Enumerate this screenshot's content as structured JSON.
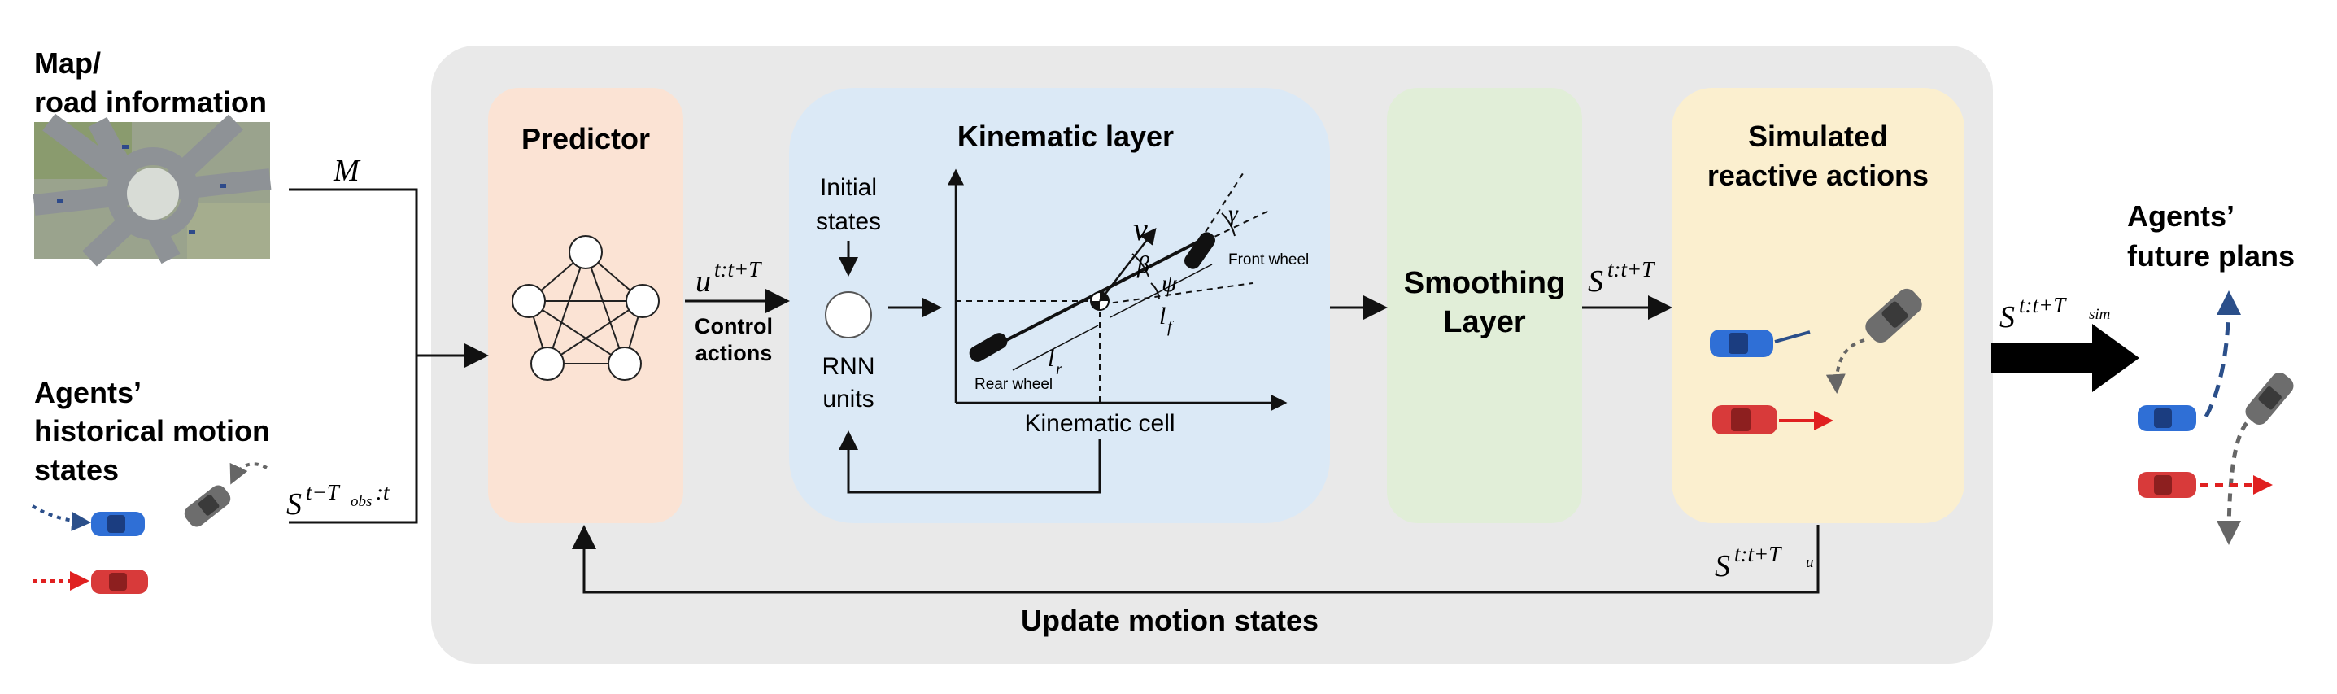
{
  "left": {
    "map_title_1": "Map/",
    "map_title_2": "road information",
    "map_symbol": "M",
    "agents_title_1": "Agents’",
    "agents_title_2": "historical motion",
    "agents_title_3": "states",
    "history_symbol_base": "S",
    "history_symbol_sup": "t−T",
    "history_symbol_sub": "obs",
    "history_symbol_sup2": ":t"
  },
  "predictor": {
    "title": "Predictor",
    "output_symbol_base": "u",
    "output_symbol_sup": "t:t+T",
    "output_label_1": "Control",
    "output_label_2": "actions"
  },
  "kinematic": {
    "title": "Kinematic layer",
    "initial_1": "Initial",
    "initial_2": "states",
    "rnn_1": "RNN",
    "rnn_2": "units",
    "cell_label": "Kinematic cell",
    "front_wheel": "Front wheel",
    "rear_wheel": "Rear wheel",
    "sym_v": "v",
    "sym_beta": "β",
    "sym_psi": "ψ",
    "sym_gamma": "γ",
    "sym_lf": "l",
    "sym_lf_sub": "f",
    "sym_lr": "l",
    "sym_lr_sub": "r"
  },
  "smoothing": {
    "title_1": "Smoothing",
    "title_2": "Layer",
    "output_symbol_base": "S",
    "output_symbol_sup": "t:t+T"
  },
  "simulated": {
    "title_1": "Simulated",
    "title_2": "reactive actions",
    "update_symbol_base": "S",
    "update_symbol_sup": "t:t+T",
    "update_symbol_sub": "u",
    "sim_symbol_base": "S",
    "sim_symbol_sup": "t:t+T",
    "sim_symbol_sub": "sim"
  },
  "feedback_label": "Update motion states",
  "right": {
    "title_1": "Agents’",
    "title_2": "future plans"
  },
  "colors": {
    "panel": "#e9e9e9",
    "predictor": "#fbe3d4",
    "kinematic": "#dbe9f6",
    "smoothing": "#e1eed8",
    "simulated": "#fbefcf",
    "blue_car": "#2f6fd6",
    "red_car": "#d83a3a",
    "gray_car": "#6d6d6d"
  }
}
